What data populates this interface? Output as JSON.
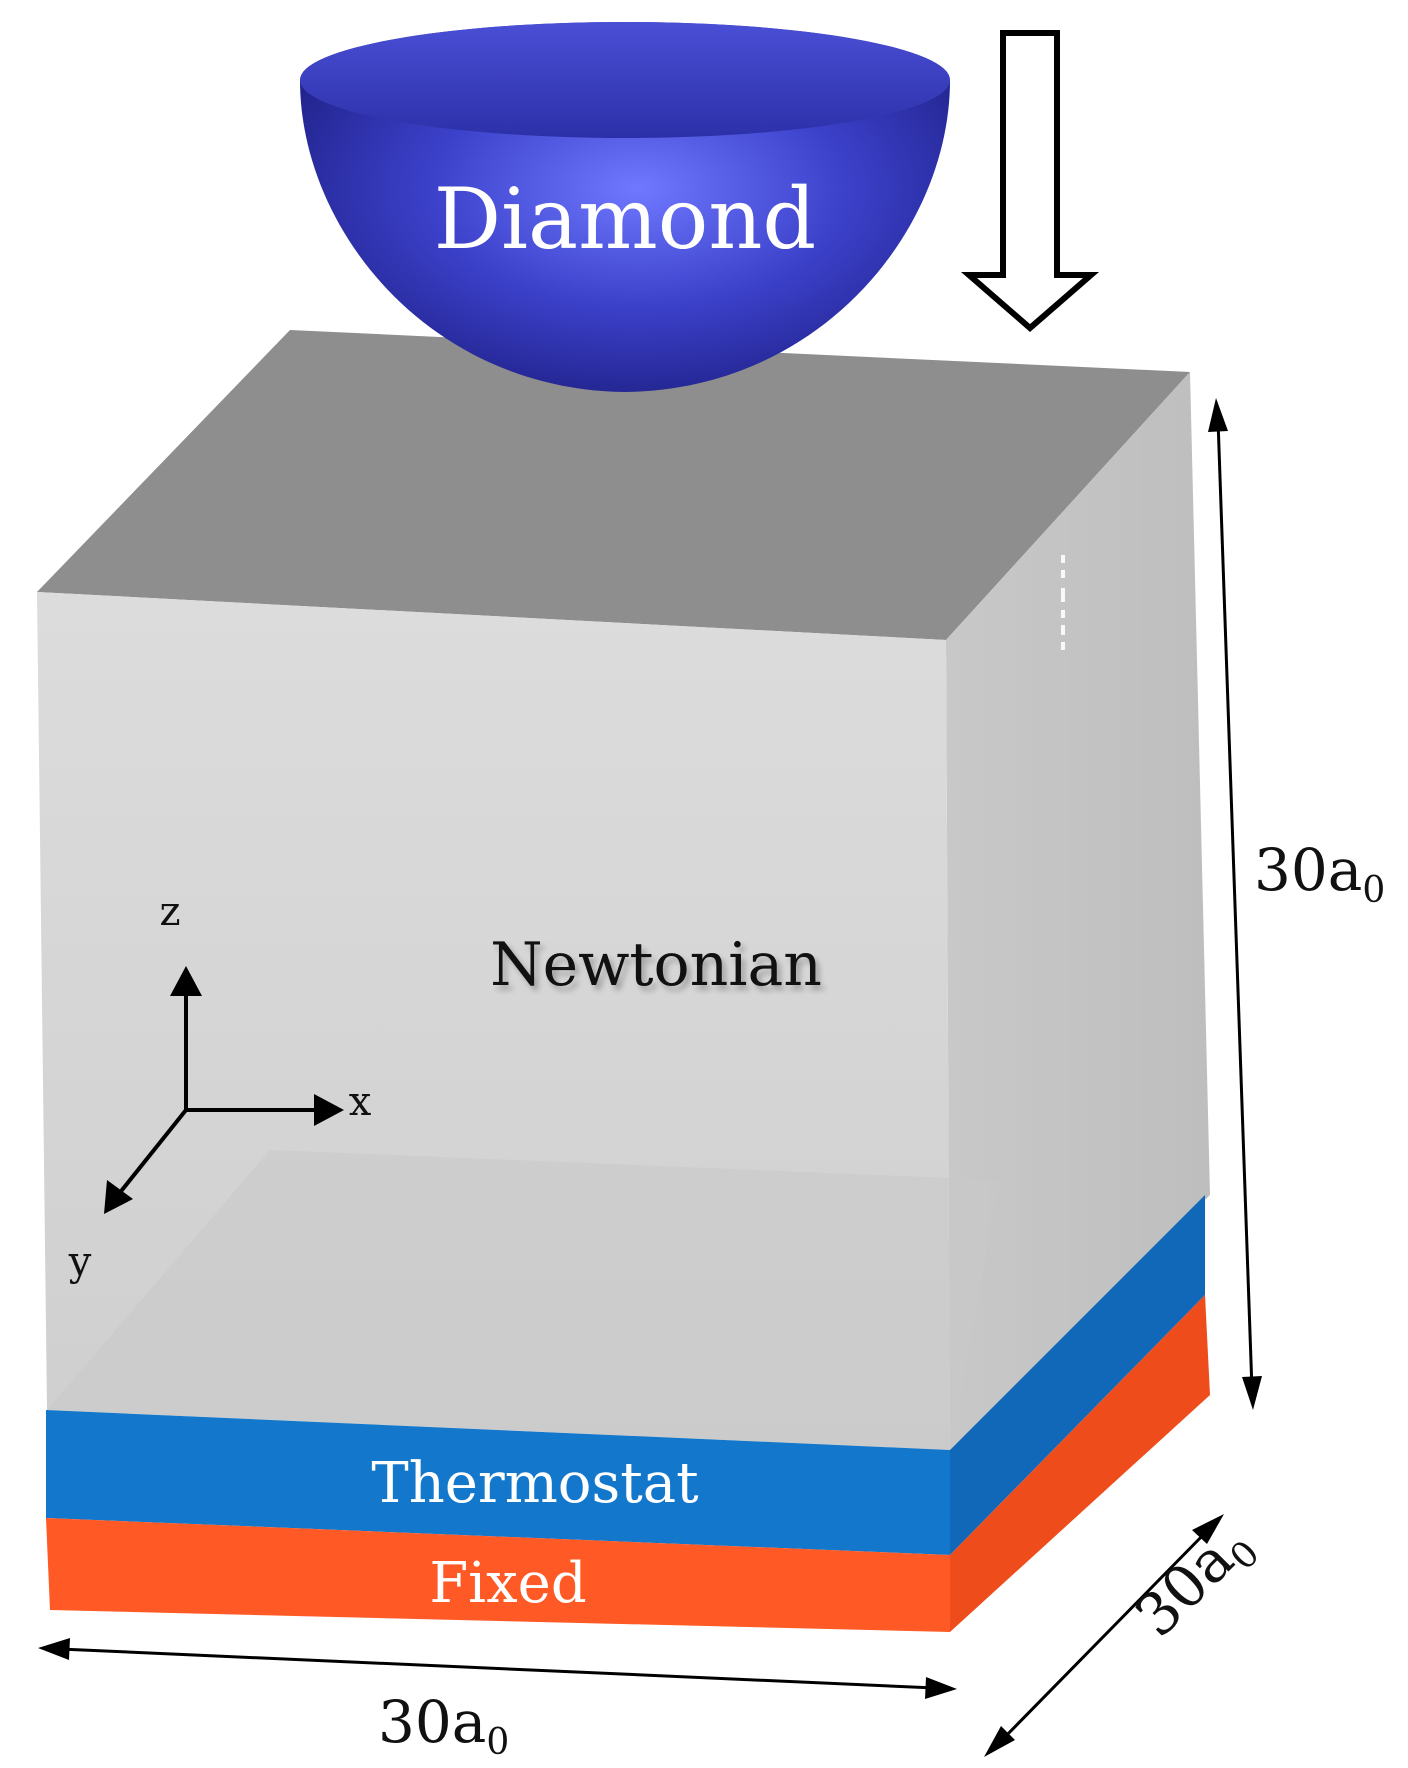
{
  "labels": {
    "diamond": "Diamond",
    "newtonian": "Newtonian",
    "thermostat": "Thermostat",
    "fixed": "Fixed"
  },
  "axes": {
    "x": "x",
    "y": "y",
    "z": "z"
  },
  "dimensions": {
    "height": {
      "num": "30a",
      "sub": "0"
    },
    "depth": {
      "num": "30a",
      "sub": "0"
    },
    "width": {
      "num": "30a",
      "sub": "0"
    }
  },
  "colors": {
    "diamond": "#3a3fc8",
    "newtonian_front": "#d9d9d9",
    "newtonian_top": "#8f8f8f",
    "thermostat": "#1478d0",
    "fixed": "#ff5a26"
  }
}
